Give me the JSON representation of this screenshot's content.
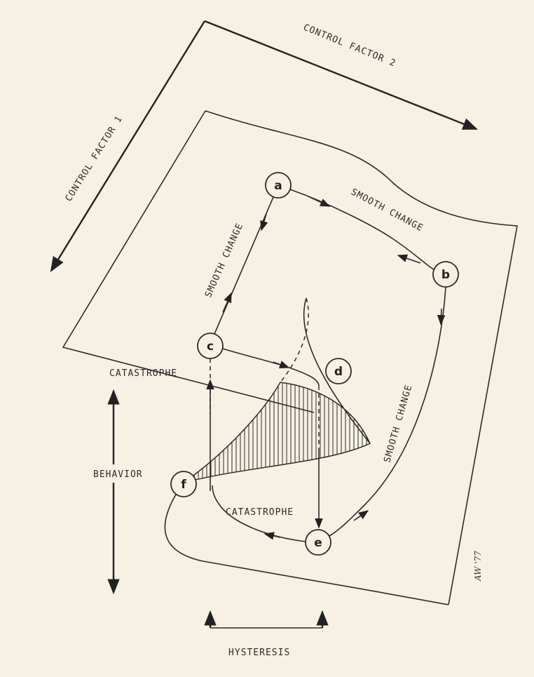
{
  "axes": {
    "control_factor_1": "CONTROL FACTOR 1",
    "control_factor_2": "CONTROL FACTOR 2",
    "behavior": "BEHAVIOR",
    "hysteresis": "HYSTERESIS"
  },
  "labels": {
    "smooth_change_ac": "SMOOTH CHANGE",
    "smooth_change_ab": "SMOOTH CHANGE",
    "smooth_change_be": "SMOOTH CHANGE",
    "catastrophe_up": "CATASTROPHE",
    "catastrophe_down": "CATASTROPHE"
  },
  "nodes": {
    "a": "a",
    "b": "b",
    "c": "c",
    "d": "d",
    "e": "e",
    "f": "f"
  },
  "signature": "AW '77",
  "colors": {
    "background": "#f7f1e3",
    "ink": "#2b2b2b"
  }
}
